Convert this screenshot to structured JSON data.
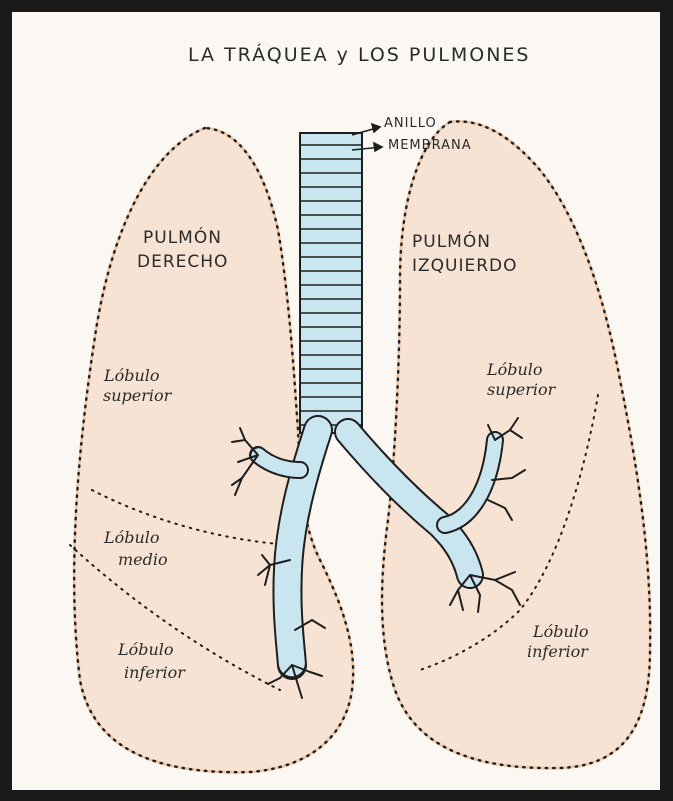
{
  "title": "LA TRÁQUEA y LOS PULMONES",
  "labels": {
    "anillo": "ANILLO",
    "membrana": "MEMBRANA",
    "right_lung_line1": "PULMÓN",
    "right_lung_line2": "DERECHO",
    "left_lung_line1": "PULMÓN",
    "left_lung_line2": "IZQUIERDO",
    "right_upper_1": "Lóbulo",
    "right_upper_2": "superior",
    "right_middle_1": "Lóbulo",
    "right_middle_2": "medio",
    "right_lower_1": "Lóbulo",
    "right_lower_2": "inferior",
    "left_upper_1": "Lóbulo",
    "left_upper_2": "superior",
    "left_lower_1": "Lóbulo",
    "left_lower_2": "inferior"
  },
  "colors": {
    "frame": "#1a1a1a",
    "paper": "#fbf8f3",
    "lung_fill": "#f6e3d4",
    "lung_edge": "#efc9ab",
    "cartilage": "#c9e5f0",
    "ink": "#1e1e1e"
  }
}
